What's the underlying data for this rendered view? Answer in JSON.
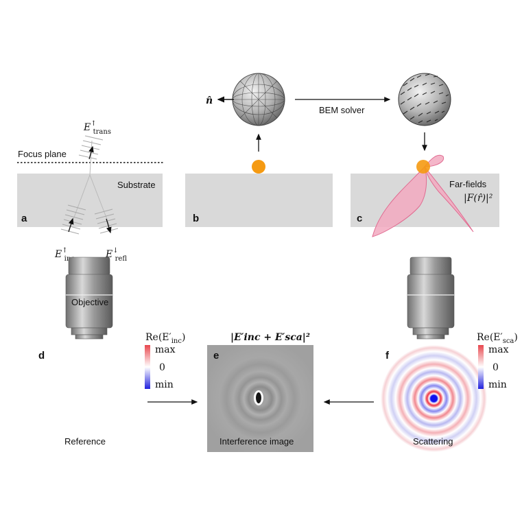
{
  "top": {
    "focus_plane": "Focus plane",
    "substrate": "Substrate",
    "e_trans": {
      "base": "E",
      "sup": "↑",
      "sub": "trans"
    },
    "e_inc": {
      "base": "E",
      "sup": "↑",
      "sub": "inc"
    },
    "e_refl": {
      "base": "E",
      "sup": "↓",
      "sub": "refl"
    },
    "normal_symbol": "n̂",
    "bem_solver": "BEM solver",
    "far_fields": "Far-fields",
    "far_field_formula": "|F(r̂)|²",
    "panel_a": "a",
    "panel_b": "b",
    "panel_c": "c"
  },
  "bottom": {
    "objective": "Objective",
    "ref_formula": "Re(E′",
    "ref_formula_sub": "inc",
    "sca_formula": "Re(E′",
    "sca_formula_sub": "sca",
    "interference_formula": "|E′inc + E′sca|²",
    "cb_max": "max",
    "cb_zero": "0",
    "cb_min": "min",
    "reference": "Reference",
    "interference_image": "Interference image",
    "scattering": "Scattering",
    "panel_d": "d",
    "panel_e": "e",
    "panel_f": "f"
  },
  "colors": {
    "substrate": "#d9d9d9",
    "particle": "#f59a12",
    "far_field": "#f2a9c0",
    "red": "#e8474e",
    "blue": "#3a3ad8"
  }
}
